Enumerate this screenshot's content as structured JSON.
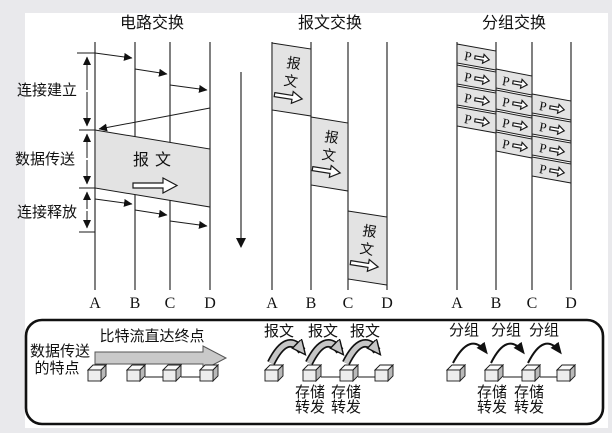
{
  "panels": {
    "circuit": {
      "title": "电路交换",
      "phases": [
        "连接建立",
        "数据传送",
        "连接释放"
      ],
      "message_label": "报文",
      "nodes": [
        "A",
        "B",
        "C",
        "D"
      ]
    },
    "message": {
      "title": "报文交换",
      "block_label": "报文",
      "block_char1": "报",
      "block_char2": "文",
      "nodes": [
        "A",
        "B",
        "C",
        "D"
      ]
    },
    "packet": {
      "title": "分组交换",
      "packet_label": "P",
      "nodes": [
        "A",
        "B",
        "C",
        "D"
      ]
    }
  },
  "legend": {
    "caption_line1": "数据传送",
    "caption_line2": "的特点",
    "circuit_label": "比特流直达终点",
    "message_hops": [
      "报文",
      "报文",
      "报文"
    ],
    "packet_hops": [
      "分组",
      "分组",
      "分组"
    ],
    "store_label": "存储",
    "forward_label": "转发"
  },
  "colors": {
    "background": "#e9e9ec",
    "paper": "#ffffff",
    "block_shade": "#e3e3e3",
    "big_arrow_gray": "#c9c9c9",
    "hop_arrow_gray": "#c6c6c6",
    "line": "#1a1a1a"
  }
}
